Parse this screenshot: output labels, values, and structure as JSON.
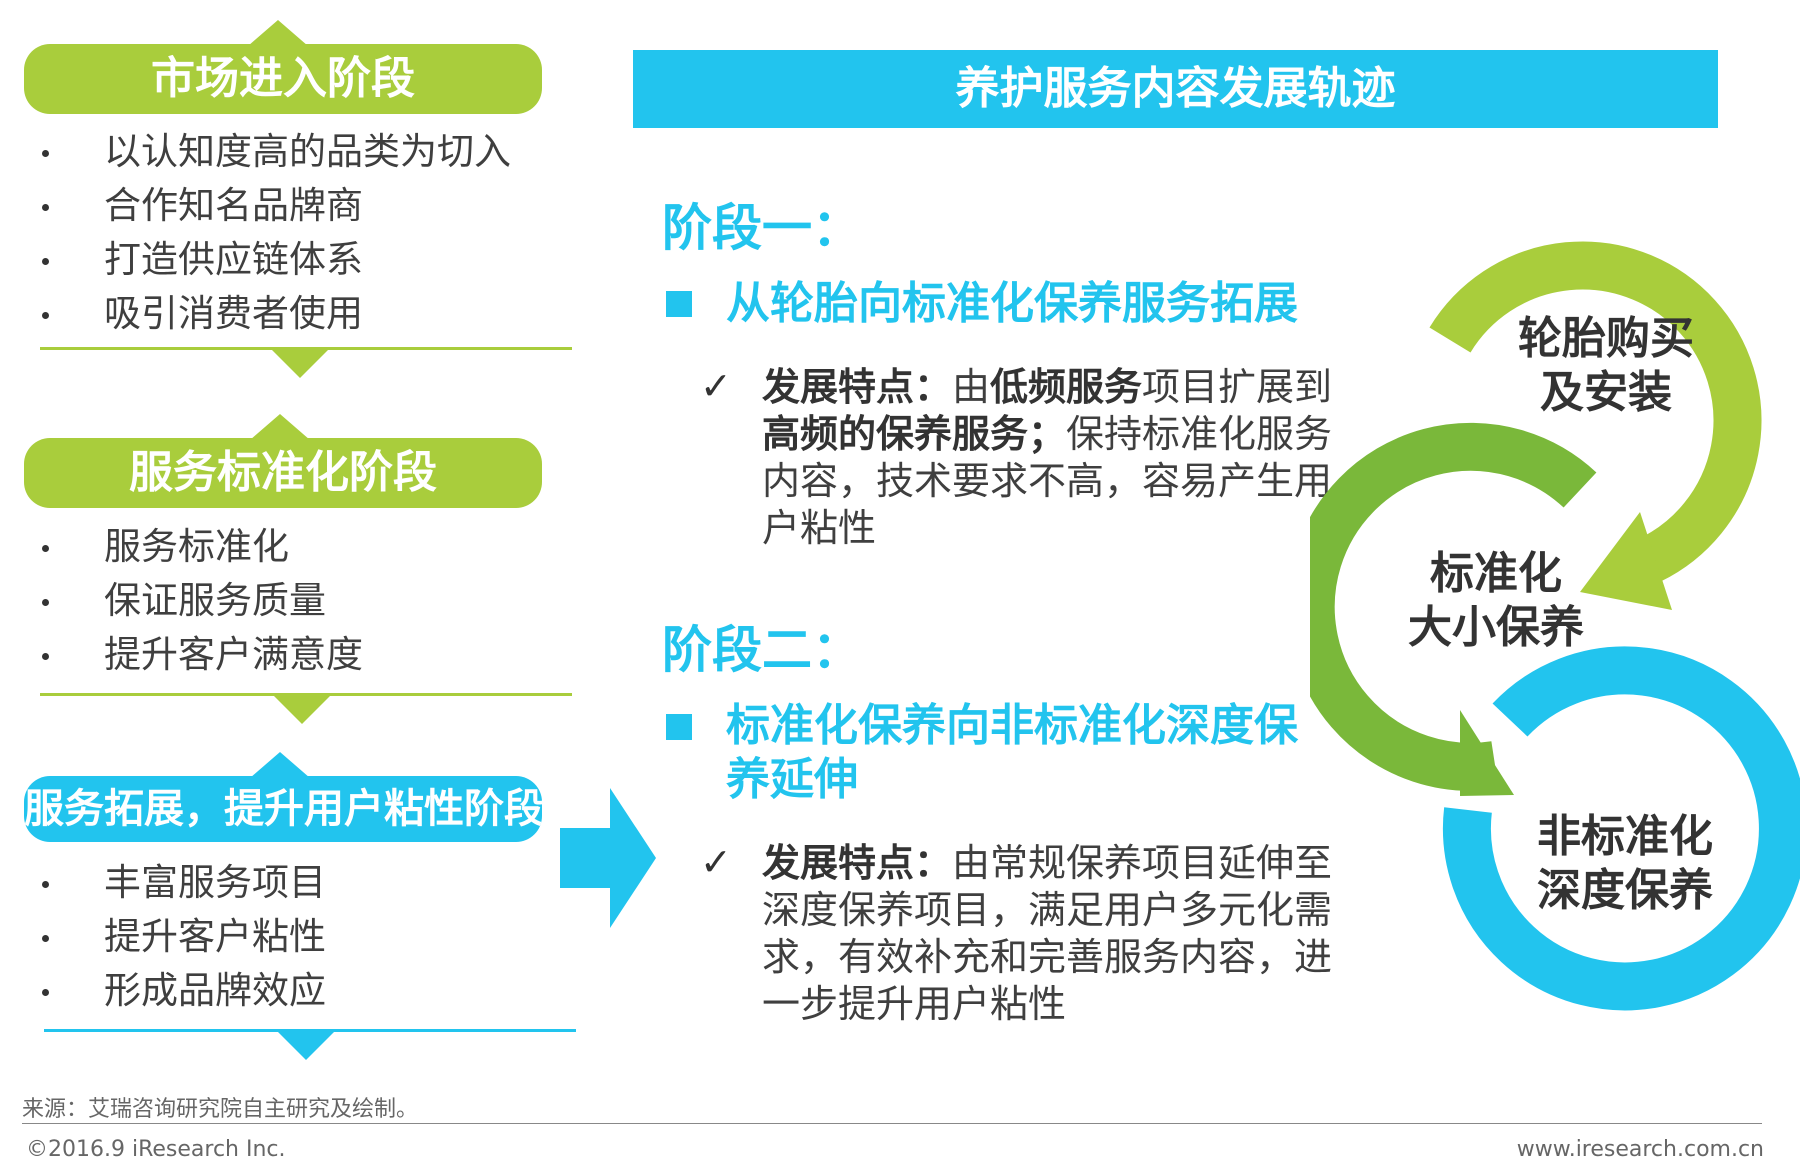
{
  "stages": [
    {
      "title": "市场进入阶段",
      "items": [
        "以认知度高的品类为切入",
        "合作知名品牌商",
        "打造供应链体系",
        "吸引消费者使用"
      ]
    },
    {
      "title": "服务标准化阶段",
      "items": [
        "服务标准化",
        "保证服务质量",
        "提升客户满意度"
      ]
    },
    {
      "title": "服务拓展，提升用户粘性阶段",
      "items": [
        "丰富服务项目",
        "提升客户粘性",
        "形成品牌效应"
      ]
    }
  ],
  "banner": "养护服务内容发展轨迹",
  "phase1": {
    "heading": "阶段一：",
    "subtitle": "从轮胎向标准化保养服务拓展",
    "check": "✓",
    "desc_parts": [
      "发展特点：",
      "由",
      "低频服务",
      "项目扩展到",
      "高频的保养服务；",
      "保持标准化服务内容，技术要求不高，容易产生用户粘性"
    ]
  },
  "phase2": {
    "heading": "阶段二：",
    "subtitle_line1": "标准化保养向非标准化深度保",
    "subtitle_line2": "养延伸",
    "check": "✓",
    "desc_parts": [
      "发展特点：",
      "由常规保养项目延伸至深度保养项目，满足用户多元化需求，有效补充和完善服务内容，进一步提升用户粘性"
    ]
  },
  "cycle": {
    "ring1": {
      "line1": "轮胎购买",
      "line2": "及安装"
    },
    "ring2": {
      "line1": "标准化",
      "line2": "大小保养"
    },
    "ring3": {
      "line1": "非标准化",
      "line2": "深度保养"
    }
  },
  "footer": {
    "source": "来源：艾瑞咨询研究院自主研究及绘制。",
    "copyright": "©2016.9 iResearch Inc.",
    "website": "www.iresearch.com.cn"
  },
  "colors": {
    "green": "#a9cd3c",
    "blue": "#22c4ee",
    "dark_green": "#7ab83a"
  }
}
